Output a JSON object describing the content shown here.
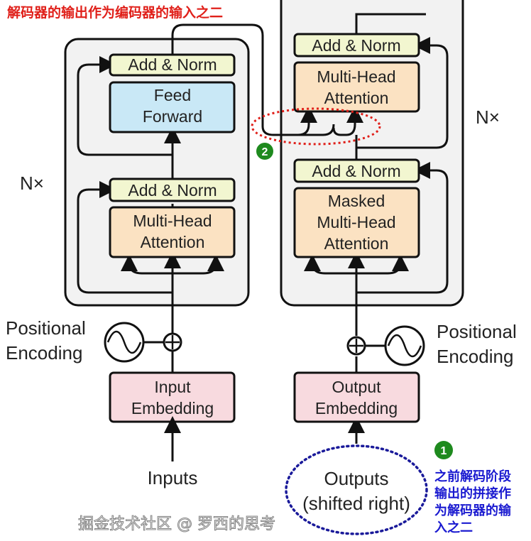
{
  "annotation_top": "解码器的输出作为编码器的输入之二",
  "annotation_bottom": [
    "之前解码阶段",
    "输出的拼接作",
    "为解码器的输",
    "入之二"
  ],
  "badge_1": "1",
  "badge_2": "2",
  "encoder": {
    "add_norm_top": "Add & Norm",
    "feed_forward": [
      "Feed",
      "Forward"
    ],
    "add_norm_bottom": "Add & Norm",
    "attention": [
      "Multi-Head",
      "Attention"
    ],
    "repeat": "N×"
  },
  "decoder": {
    "add_norm_top": "Add & Norm",
    "attention": [
      "Multi-Head",
      "Attention"
    ],
    "add_norm_bottom": "Add & Norm",
    "masked_attention": [
      "Masked",
      "Multi-Head",
      "Attention"
    ],
    "repeat": "N×"
  },
  "positional_left": [
    "Positional",
    "Encoding"
  ],
  "positional_right": [
    "Positional",
    "Encoding"
  ],
  "input_embedding": [
    "Input",
    "Embedding"
  ],
  "output_embedding": [
    "Output",
    "Embedding"
  ],
  "inputs": "Inputs",
  "outputs": [
    "Outputs",
    "(shifted right)"
  ],
  "watermark": "掘金技术社区 @ 罗西的思考",
  "colors": {
    "add_norm": "#f2f6d0",
    "feed_forward": "#c9e8f6",
    "attention": "#fbe2c2",
    "embedding": "#f8dadf",
    "annotation_red": "#e0201a",
    "annotation_blue": "#1a1ad0",
    "badge": "#1e8a1e"
  }
}
